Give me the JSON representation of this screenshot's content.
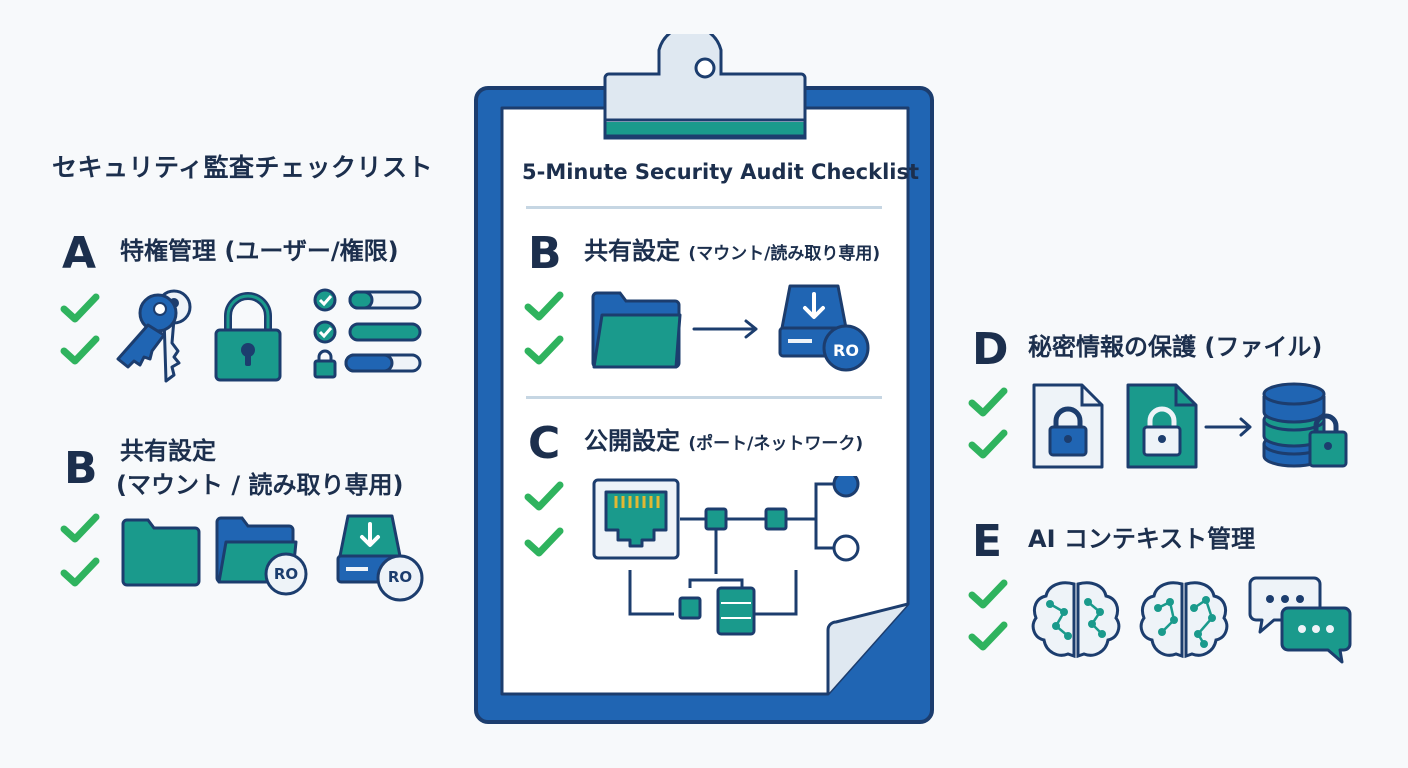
{
  "page_title": "セキュリティ監査チェックリスト",
  "clipboard": {
    "title": "5-Minute Security Audit Checklist",
    "sections": [
      {
        "letter": "B",
        "title": "共有設定",
        "subtitle": "(マウント/読み取り専用)",
        "badge": "RO"
      },
      {
        "letter": "C",
        "title": "公開設定",
        "subtitle": "(ポート/ネットワーク)"
      }
    ]
  },
  "sections": {
    "a": {
      "letter": "A",
      "title": "特権管理 (ユーザー/権限)"
    },
    "b": {
      "letter": "B",
      "title_line1": "共有設定",
      "title_line2": "(マウント / 読み取り専用)",
      "badge": "RO"
    },
    "d": {
      "letter": "D",
      "title": "秘密情報の保護 (ファイル)"
    },
    "e": {
      "letter": "E",
      "title": "AI コンテキスト管理"
    }
  },
  "colors": {
    "navy": "#1c3d6e",
    "blue": "#2065b3",
    "teal": "#1a9a8c",
    "green": "#2fb35e",
    "paper": "#ffffff",
    "rule": "#c6d6e3"
  },
  "icons": [
    "check-icon",
    "key-icon",
    "padlock-icon",
    "permission-list-icon",
    "folder-icon",
    "read-only-drive-icon",
    "arrow-right-icon",
    "ethernet-port-icon",
    "network-icon",
    "server-icon",
    "locked-file-icon",
    "locked-database-icon",
    "brain-icon",
    "chat-bubbles-icon"
  ]
}
